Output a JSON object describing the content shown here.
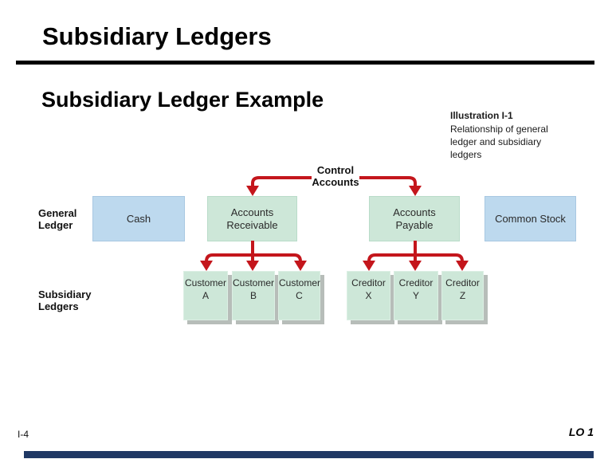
{
  "slide": {
    "title": "Subsidiary Ledgers",
    "subtitle": "Subsidiary Ledger Example",
    "caption_title": "Illustration I-1",
    "caption_body": "Relationship of general\nledger and subsidiary\nledgers",
    "page_number": "I-4",
    "learning_objective": "LO 1"
  },
  "diagram": {
    "control_label": "Control\nAccounts",
    "general_ledger_label": "General\nLedger",
    "subsidiary_ledgers_label": "Subsidiary\nLedgers",
    "gl_boxes": [
      {
        "label": "Cash",
        "type": "blue"
      },
      {
        "label": "Accounts\nReceivable",
        "type": "green"
      },
      {
        "label": "Accounts\nPayable",
        "type": "green"
      },
      {
        "label": "Common Stock",
        "type": "blue"
      }
    ],
    "subsidiary_cards": [
      {
        "label": "Customer\nA",
        "group": "Accounts Receivable"
      },
      {
        "label": "Customer\nB",
        "group": "Accounts Receivable"
      },
      {
        "label": "Customer\nC",
        "group": "Accounts Receivable"
      },
      {
        "label": "Creditor\nX",
        "group": "Accounts Payable"
      },
      {
        "label": "Creditor\nY",
        "group": "Accounts Payable"
      },
      {
        "label": "Creditor\nZ",
        "group": "Accounts Payable"
      }
    ],
    "colors": {
      "blue_box": "#BDD9EE",
      "green_box": "#CDE7D8",
      "arrow_red": "#C4161C",
      "card_shadow": "#B7BDB9",
      "bottom_bar": "#1F3864"
    }
  }
}
